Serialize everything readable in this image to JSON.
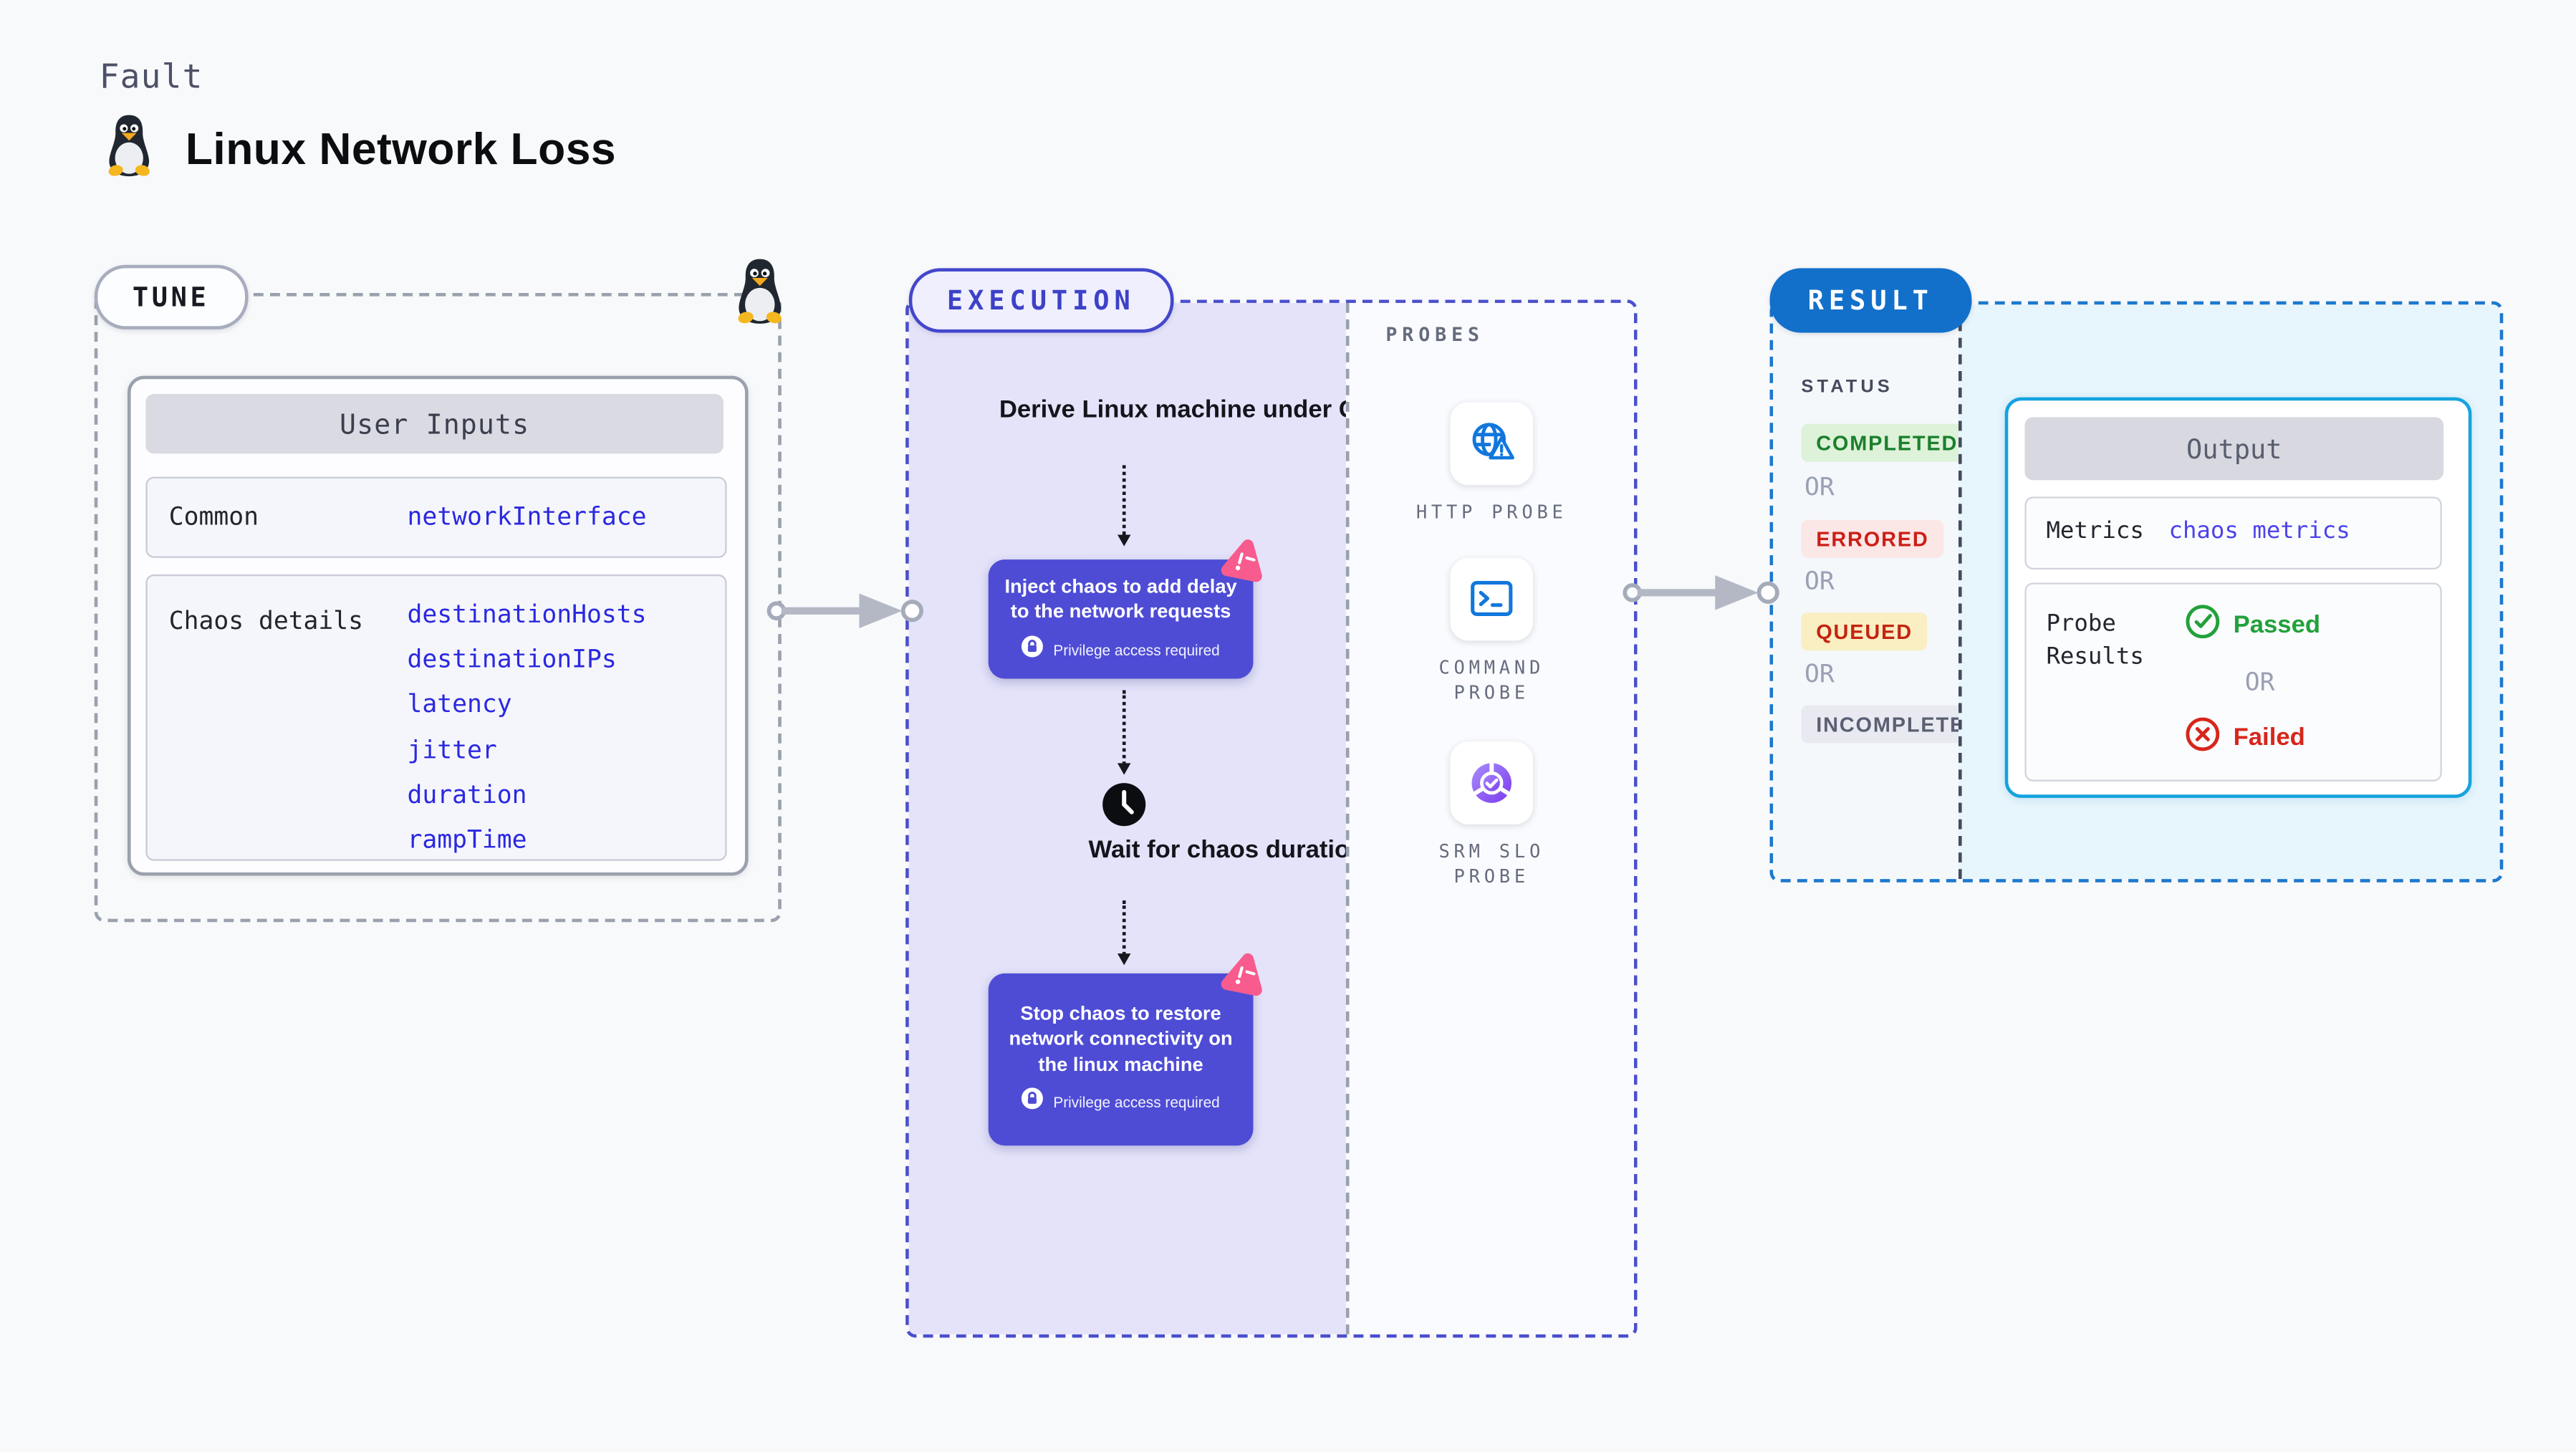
{
  "header": {
    "kicker": "Fault",
    "title": "Linux Network Loss",
    "logo_icon": "linux-tux-icon"
  },
  "tune": {
    "pill": "TUNE",
    "table": {
      "header": "User Inputs",
      "rows": [
        {
          "label": "Common",
          "values": [
            "networkInterface"
          ]
        },
        {
          "label": "Chaos details",
          "values": [
            "destinationHosts",
            "destinationIPs",
            "latency",
            "jitter",
            "duration",
            "rampTime"
          ]
        }
      ]
    }
  },
  "execution": {
    "pill": "EXECUTION",
    "derive_step": "Derive Linux machine under Chaos",
    "inject_step": "Inject chaos to add delay to the network requests",
    "privilege_note": "Privilege access required",
    "wait_step": "Wait for chaos duration",
    "stop_step": "Stop chaos to restore network connectivity on the linux machine"
  },
  "probes": {
    "heading": "PROBES",
    "items": [
      {
        "label": "HTTP PROBE",
        "icon": "globe-alert-icon"
      },
      {
        "label": "COMMAND PROBE",
        "icon": "terminal-icon"
      },
      {
        "label": "SRM SLO PROBE",
        "icon": "slo-pie-check-icon"
      }
    ]
  },
  "result": {
    "pill": "RESULT",
    "status_heading": "STATUS",
    "or_label": "OR",
    "statuses": [
      {
        "label": "COMPLETED",
        "state": "completed",
        "text_color": "#1a7f2c",
        "bg_color": "#ddf2d8"
      },
      {
        "label": "ERRORED",
        "state": "errored",
        "text_color": "#cc1f17",
        "bg_color": "#fbe7e6"
      },
      {
        "label": "QUEUED",
        "state": "queued",
        "text_color": "#c32410",
        "bg_color": "#faeec3"
      },
      {
        "label": "INCOMPLETED",
        "state": "incompleted",
        "text_color": "#5a5f72",
        "bg_color": "#e9eaf1"
      }
    ],
    "output": {
      "header": "Output",
      "metrics_label": "Metrics",
      "metrics_value": "chaos metrics",
      "probe_results_label": "Probe Results",
      "passed_label": "Passed",
      "or_label": "OR",
      "failed_label": "Failed"
    }
  },
  "icons": {
    "fault_logo": "linux-tux-icon",
    "step_badge": "chaos-pink-triangle-icon",
    "privilege": "lock-icon",
    "wait": "clock-icon",
    "http_probe": "globe-alert-icon",
    "command_probe": "terminal-icon",
    "srm_slo_probe": "slo-pie-check-icon",
    "passed": "check-circle-icon",
    "failed": "x-circle-icon",
    "connector": "arrow-right-icon"
  },
  "colors": {
    "page_bg": "#f8f9fb",
    "tune_border": "#9aa1ad",
    "execution_accent": "#4a4ecd",
    "execution_fill": "#e4e3fa",
    "step_box": "#4e4cd5",
    "chaos_pink": "#f85b8e",
    "result_accent": "#1b78cf",
    "result_pill": "#1270cb",
    "result_fill": "#e7f5fc",
    "output_border": "#14a3df",
    "value_blue": "#2b28e0",
    "metrics_blue": "#4d43e8",
    "probe_icon_blue": "#1277dc",
    "passed_green": "#22a13a",
    "failed_red": "#d7261b"
  }
}
